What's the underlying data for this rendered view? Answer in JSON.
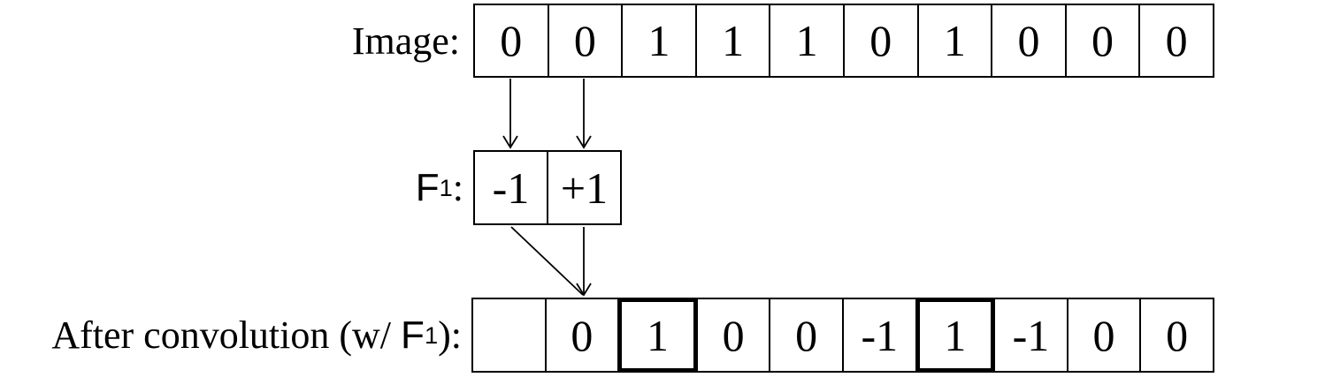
{
  "image_row": {
    "label": "Image:",
    "cells": [
      "0",
      "0",
      "1",
      "1",
      "1",
      "0",
      "1",
      "0",
      "0",
      "0"
    ]
  },
  "filter_row": {
    "label": {
      "base": "F",
      "sub": "1",
      "suffix": ":"
    },
    "cells": [
      "-1",
      "+1"
    ]
  },
  "conv_row": {
    "label": {
      "prefix": "After convolution (w/ ",
      "base": "F",
      "sub": "1",
      "suffix": "):"
    },
    "cells": [
      "",
      "0",
      "1",
      "0",
      "0",
      "-1",
      "1",
      "-1",
      "0",
      "0"
    ],
    "highlighted_cell_indices": [
      2,
      6
    ]
  },
  "colors": {
    "line": "#000000",
    "background": "#ffffff",
    "text": "#000000"
  }
}
